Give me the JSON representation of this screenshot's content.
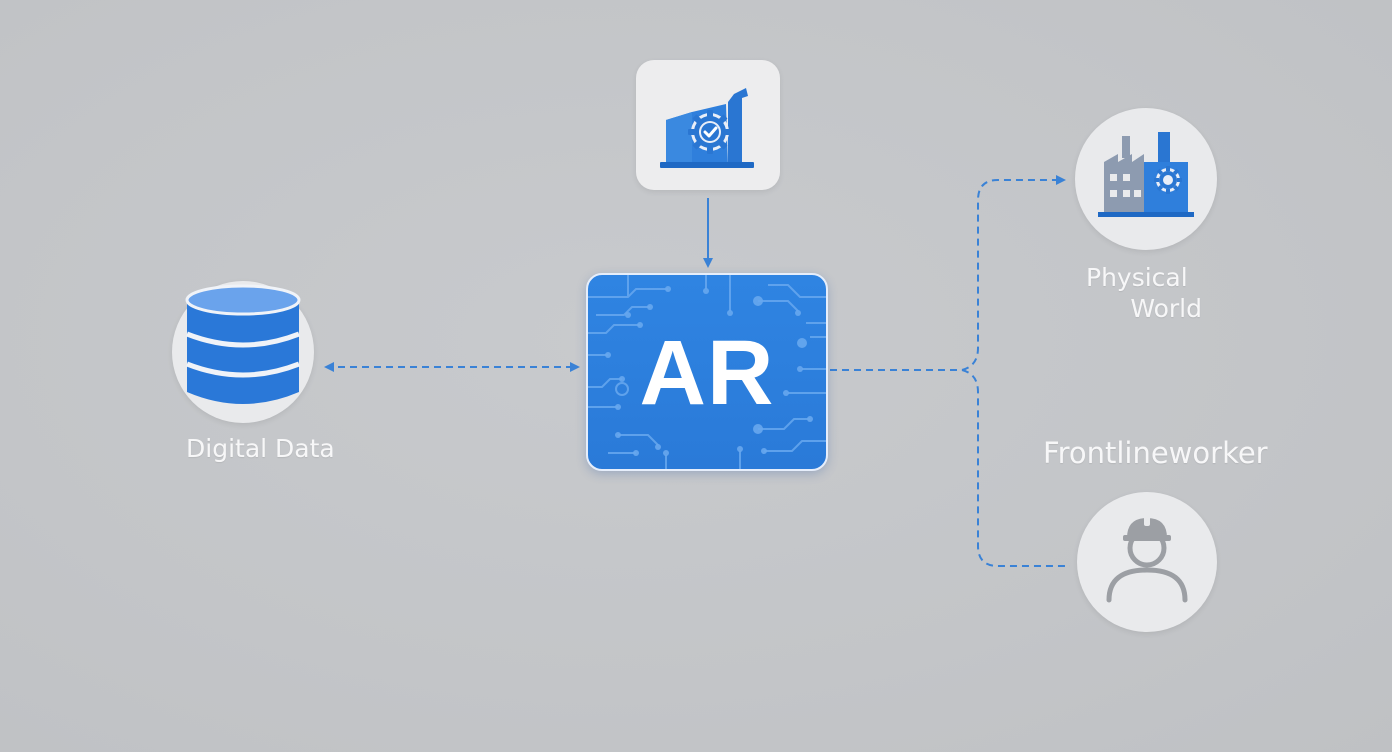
{
  "center": {
    "label": "AR"
  },
  "nodes": {
    "digital_data": {
      "label": "Digital Data",
      "icon": "database-icon"
    },
    "factory_top": {
      "icon": "factory-gear-check-icon"
    },
    "physical_world": {
      "label_line1": "Physical",
      "label_line2": "World",
      "icon": "factory-gear-icon"
    },
    "frontline_worker": {
      "label": "Frontlineworker",
      "icon": "worker-hardhat-icon"
    }
  },
  "colors": {
    "accent_blue": "#2f84e2",
    "dark_blue": "#1f6fd0",
    "line_blue": "#3a82d6",
    "node_bg": "#e9eaec",
    "background": "#c4c6c9",
    "label_text": "#f7f7f8",
    "worker_gray": "#9c9fa4"
  }
}
